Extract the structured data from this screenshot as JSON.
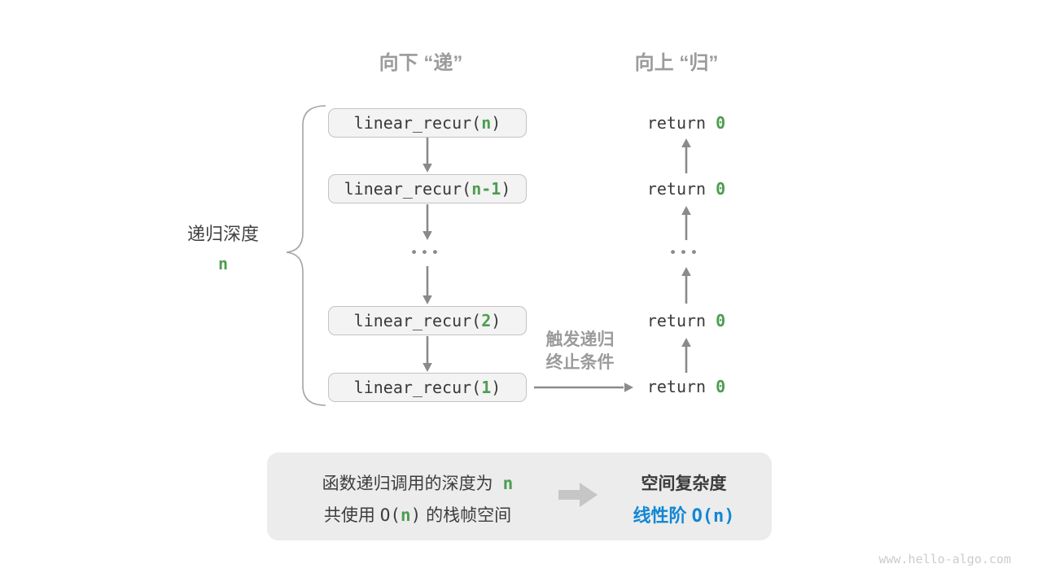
{
  "colors": {
    "green": "#4c9e50",
    "blue": "#1287d5",
    "arrow_gray": "#8a8a8a",
    "box_fill": "#f3f3f3",
    "panel_fill": "#ececec"
  },
  "headers": {
    "descend": "向下 “递”",
    "ascend": "向上 “归”"
  },
  "depth": {
    "label": "递归深度",
    "value": "n"
  },
  "call_stack": [
    {
      "prefix": "linear_recur(",
      "arg": "n",
      "suffix": ")"
    },
    {
      "prefix": "linear_recur(",
      "arg": "n-1",
      "suffix": ")"
    },
    {
      "prefix": "linear_recur(",
      "arg": "2",
      "suffix": ")"
    },
    {
      "prefix": "linear_recur(",
      "arg": "1",
      "suffix": ")"
    }
  ],
  "returns": [
    {
      "keyword": "return ",
      "value": "0"
    },
    {
      "keyword": "return ",
      "value": "0"
    },
    {
      "keyword": "return ",
      "value": "0"
    },
    {
      "keyword": "return ",
      "value": "0"
    }
  ],
  "ellipsis": "•••",
  "trigger": {
    "line1": "触发递归",
    "line2": "终止条件"
  },
  "summary": {
    "left_line1_text": "函数递归调用的深度为",
    "left_line1_value": "n",
    "left_line2_pre": "共使用 ",
    "left_line2_formula_pre": "O(",
    "left_line2_value": "n",
    "left_line2_formula_post": ")",
    "left_line2_post": " 的栈帧空间",
    "right_title": "空间复杂度",
    "right_result_text": "线性阶 ",
    "right_result_formula": "O(n)"
  },
  "watermark": "www.hello-algo.com"
}
